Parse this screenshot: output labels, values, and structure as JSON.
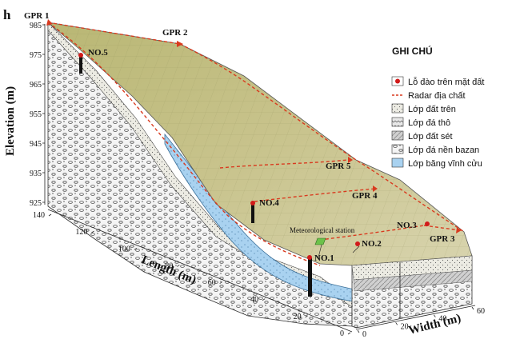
{
  "panel_letter": "h",
  "axes": {
    "elevation_label": "Elevation (m)",
    "length_label": "Length (m)",
    "width_label": "Width (m)",
    "elevation_ticks": [
      "985",
      "975",
      "965",
      "955",
      "945",
      "935",
      "925"
    ],
    "length_ticks": [
      "140",
      "120",
      "100",
      "80",
      "60",
      "40",
      "20",
      "0"
    ],
    "width_ticks": [
      "0",
      "20",
      "40",
      "60"
    ]
  },
  "survey_lines": [
    "GPR 1",
    "GPR 2",
    "GPR 5",
    "GPR 4",
    "GPR 3"
  ],
  "boreholes": [
    "NO.1",
    "NO.2",
    "NO.3",
    "NO.4",
    "NO.5"
  ],
  "station_label": "Meteorological station",
  "legend": {
    "title": "GHI CHÚ",
    "items": [
      {
        "key": "borehole",
        "label": "Lỗ đào trên mặt đất"
      },
      {
        "key": "radar",
        "label": "Radar địa chất"
      },
      {
        "key": "topsoil",
        "label": "Lớp đất trên"
      },
      {
        "key": "gravel",
        "label": "Lớp đá thô"
      },
      {
        "key": "clay",
        "label": "Lớp đất sét"
      },
      {
        "key": "basalt",
        "label": "Lớp đá nền bazan"
      },
      {
        "key": "permafrost",
        "label": "Lớp băng vĩnh cửu"
      }
    ]
  },
  "colors": {
    "surface": "#c9c48a",
    "surface_dark": "#9a9852",
    "radar": "#d93a1f",
    "permafrost": "#a9d2f0",
    "borehole_dot": "#d11a1a",
    "station": "#6cc24a"
  }
}
